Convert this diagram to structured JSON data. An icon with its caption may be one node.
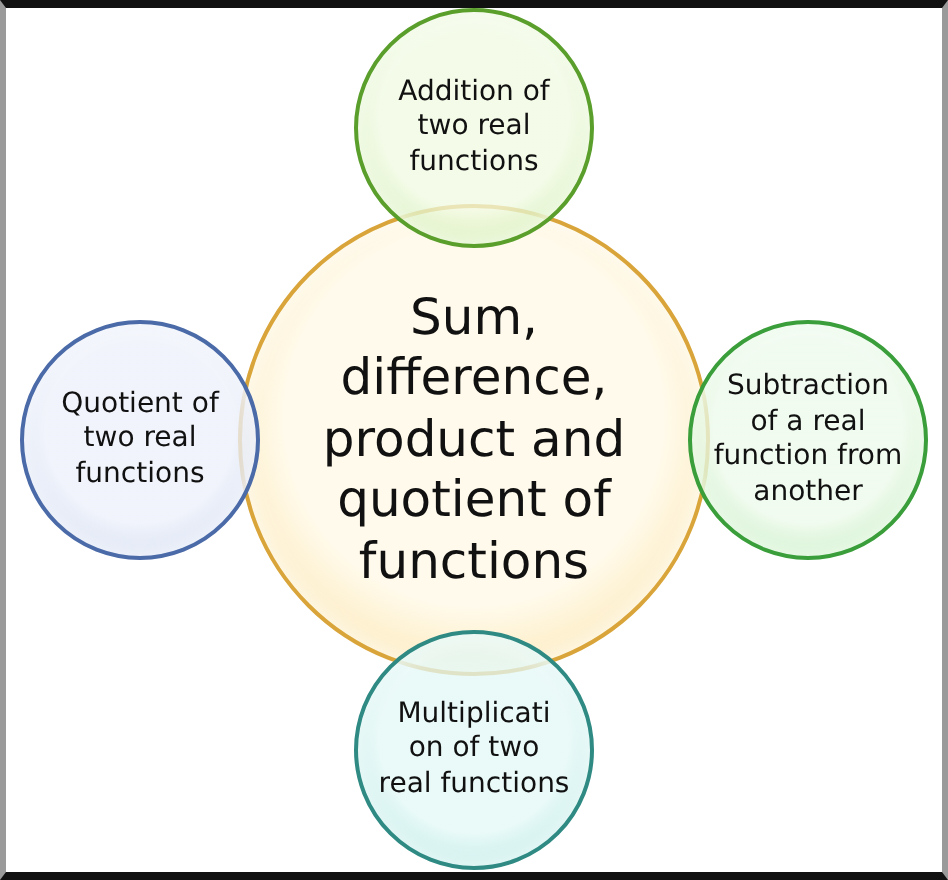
{
  "diagram": {
    "nodes": [
      {
        "text": [
          "Addition of two real functions"
        ]
      },
      {
        "text": [
          "Sum, difference, product and quotient of functions"
        ]
      },
      {
        "text": [
          "Quotient of two real functions"
        ]
      },
      {
        "text": [
          "Subtraction of a real function from another"
        ]
      },
      {
        "text": [
          "Multiplicati on of two real functions"
        ]
      }
    ]
  }
}
